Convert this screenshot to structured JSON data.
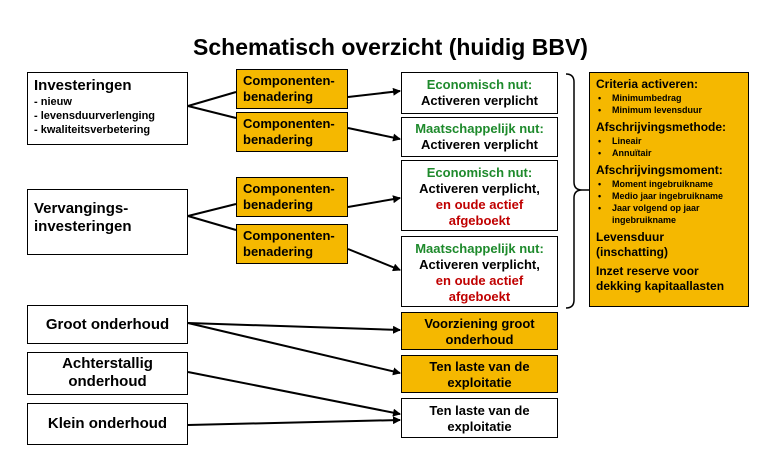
{
  "title": "Schematisch overzicht (huidig BBV)",
  "left": {
    "investeringen": {
      "heading": "Investeringen",
      "items": [
        "- nieuw",
        "- levensduurverlenging",
        "- kwaliteitsverbetering"
      ]
    },
    "vervanging": {
      "line1": "Vervangings-",
      "line2": "investeringen"
    },
    "groot": "Groot onderhoud",
    "achterstallig": {
      "line1": "Achterstallig",
      "line2": "onderhoud"
    },
    "klein": "Klein onderhoud"
  },
  "component": {
    "line1": "Componenten-",
    "line2": "benadering"
  },
  "middle": {
    "eco1": {
      "head": "Economisch nut:",
      "body": "Activeren verplicht"
    },
    "maat1": {
      "head": "Maatschappelijk nut:",
      "body": "Activeren verplicht"
    },
    "eco2": {
      "head": "Economisch nut:",
      "body": "Activeren verplicht,",
      "red1": "en oude actief",
      "red2": "afgeboekt"
    },
    "maat2": {
      "head": "Maatschappelijk nut:",
      "body": "Activeren verplicht,",
      "red1": "en oude actief",
      "red2": "afgeboekt"
    },
    "voorziening": {
      "line1": "Voorziening groot",
      "line2": "onderhoud"
    },
    "laste1": {
      "line1": "Ten laste van de",
      "line2": "exploitatie"
    },
    "laste2": {
      "line1": "Ten laste van de",
      "line2": "exploitatie"
    }
  },
  "criteria": {
    "activeren_head": "Criteria activeren:",
    "activeren_items": [
      "Minimumbedrag",
      "Minimum levensduur"
    ],
    "methode_head": "Afschrijvingsmethode:",
    "methode_items": [
      "Lineair",
      "Annuïtair"
    ],
    "moment_head": "Afschrijvingsmoment:",
    "moment_items": [
      "Moment ingebruikname",
      "Medio jaar ingebruikname",
      "Jaar volgend op jaar ingebruikname"
    ],
    "levensduur1": "Levensduur",
    "levensduur2": "(inschatting)",
    "reserve1": "Inzet reserve voor",
    "reserve2": "dekking kapitaallasten"
  },
  "colors": {
    "orange": "#f5b800",
    "green": "#1e8a2c",
    "red": "#c00000"
  }
}
